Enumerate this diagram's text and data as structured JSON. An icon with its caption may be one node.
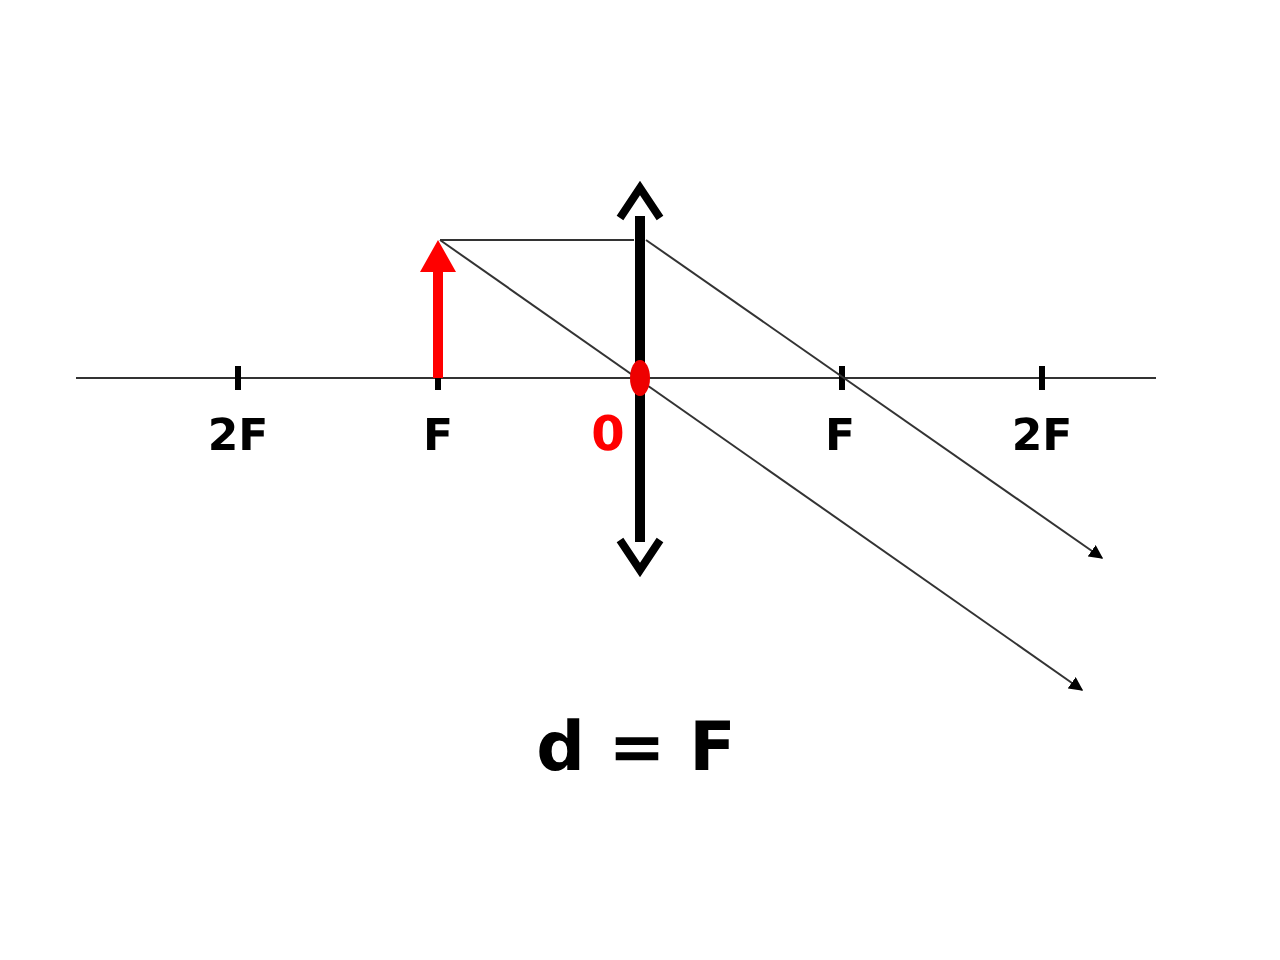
{
  "diagram": {
    "nodes": [
      {
        "text": [],
        "shape": "arrow"
      },
      {
        "text": [],
        "shape": "lens"
      }
    ],
    "edges": [
      {
        "from": 0,
        "to": 1,
        "arrow": "none"
      },
      {
        "from": 1,
        "to": null,
        "arrow": "to"
      },
      {
        "from": 0,
        "to": null,
        "arrow": "to"
      }
    ],
    "labels": [
      "2F",
      "F",
      "0",
      "F",
      "2F",
      "d = F"
    ]
  }
}
